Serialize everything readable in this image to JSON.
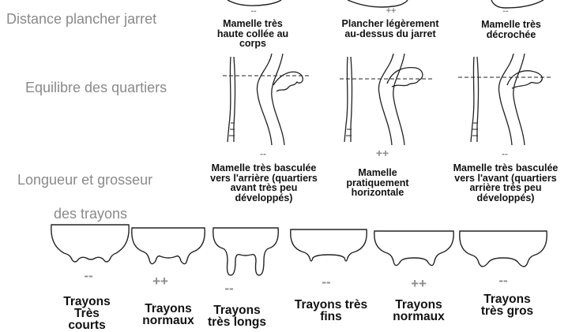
{
  "rows": {
    "distance": "Distance plancher  jarret",
    "equilibre": "Equilibre des quartiers",
    "longueur_line1": "Longueur et grosseur",
    "longueur_line2": "des trayons"
  },
  "distance_items": [
    {
      "rating": "--",
      "caption": "Mamelle très haute collée au corps"
    },
    {
      "rating": "++",
      "caption": "Plancher légèrement au-dessus du jarret"
    },
    {
      "rating": "--",
      "caption": "Mamelle très décrochée"
    }
  ],
  "equilibre_items": [
    {
      "rating": "--",
      "caption": "Mamelle très basculée vers l'arrière (quartiers avant très peu développés)"
    },
    {
      "rating": "++",
      "caption": "Mamelle pratiquement horizontale"
    },
    {
      "rating": "--",
      "caption": "Mamelle très basculée vers l'avant (quartiers arrière très peu développés)"
    }
  ],
  "trayons_items": [
    {
      "rating": "--",
      "caption": "Trayons Très courts"
    },
    {
      "rating": "++",
      "caption": "Trayons normaux"
    },
    {
      "rating": "--",
      "caption": "Trayons très longs"
    },
    {
      "rating": "--",
      "caption": "Trayons très fins"
    },
    {
      "rating": "++",
      "caption": "Trayons normaux"
    },
    {
      "rating": "--",
      "caption": "Trayons très gros"
    }
  ]
}
